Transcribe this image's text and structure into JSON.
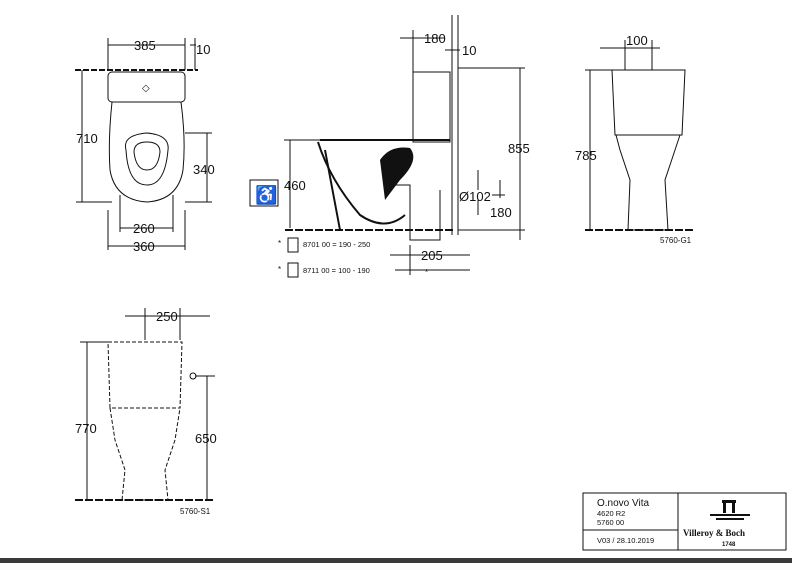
{
  "top_view": {
    "width_top": "385",
    "offset": "10",
    "length": "710",
    "seat_len": "340",
    "seat_w": "260",
    "width_bottom": "360"
  },
  "side_view": {
    "tank_depth": "180",
    "offset": "10",
    "height_total": "855",
    "seat_height": "460",
    "outlet_diam": "Ø102",
    "outlet_height": "180",
    "outlet_dist": "205",
    "asterisk": "*"
  },
  "notes": [
    {
      "star": "*",
      "text": "8701 00 = 190 - 250"
    },
    {
      "star": "*",
      "text": "8711 00 = 100 - 190"
    }
  ],
  "front_view_g1": {
    "width": "100",
    "height": "785",
    "code": "5760-G1"
  },
  "front_view_s1": {
    "width": "250",
    "height": "770",
    "inlet_height": "650",
    "code": "5760-S1"
  },
  "title_block": {
    "product": "O.novo Vita",
    "line1": "4620 R2",
    "line2": "5760 00",
    "version": "V03 / 28.10.2019",
    "logo_text": "Villeroy & Boch",
    "logo_year": "1748"
  }
}
